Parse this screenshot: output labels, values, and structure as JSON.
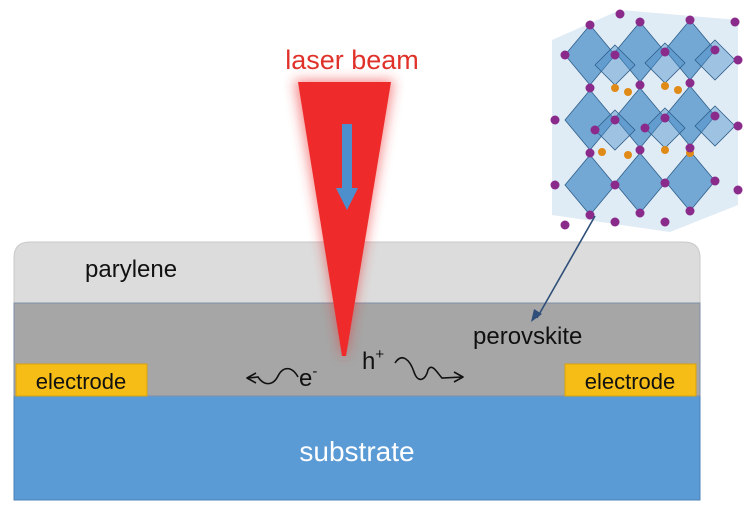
{
  "labels": {
    "laser_beam": "laser beam",
    "parylene": "parylene",
    "perovskite": "perovskite",
    "electrode_left": "electrode",
    "electrode_right": "electrode",
    "substrate": "substrate",
    "electron": "e",
    "electron_sup": "-",
    "hole": "h",
    "hole_sup": "+"
  },
  "colors": {
    "laser": "#ee2a2a",
    "laser_text": "#e0322b",
    "parylene": "#dcdcdc",
    "perovskite": "#a6a6a6",
    "electrode": "#f5bd16",
    "substrate": "#5b9bd5",
    "substrate_text": "#ffffff",
    "crystal_octahedra": "#4f91c9",
    "crystal_anion": "#8a2b8c",
    "crystal_cation": "#e08a17"
  },
  "icons": {
    "arrow_down": "blue-down-arrow-icon",
    "crystal": "perovskite-crystal-structure-icon"
  }
}
